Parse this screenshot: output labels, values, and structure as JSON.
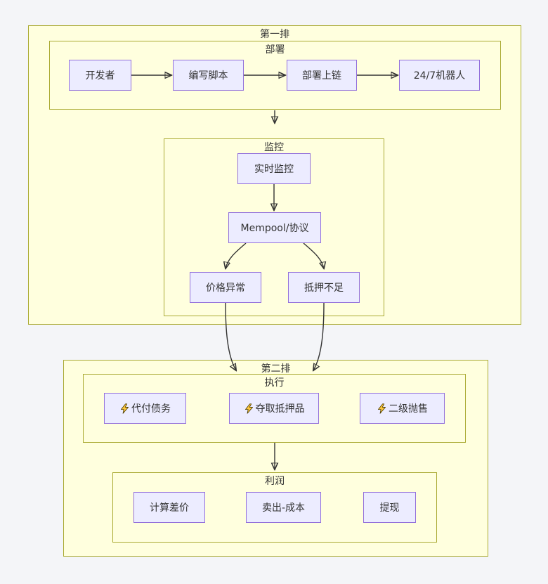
{
  "diagram": {
    "clusters": {
      "row1": {
        "label": "第一排"
      },
      "deploy": {
        "label": "部署"
      },
      "monitor": {
        "label": "监控"
      },
      "row2": {
        "label": "第二排"
      },
      "exec": {
        "label": "执行"
      },
      "profit": {
        "label": "利润"
      }
    },
    "nodes": {
      "developer": {
        "label": "开发者"
      },
      "write_script": {
        "label": "编写脚本"
      },
      "deploy_onchain": {
        "label": "部署上链"
      },
      "bot_247": {
        "label": "24/7机器人"
      },
      "realtime_monitor": {
        "label": "实时监控"
      },
      "mempool": {
        "label": "Mempool/协议"
      },
      "price_anomaly": {
        "label": "价格异常"
      },
      "undercollateral": {
        "label": "抵押不足"
      },
      "pay_debt": {
        "label": "代付债务",
        "icon": "lightning-icon"
      },
      "seize_collateral": {
        "label": "夺取抵押品",
        "icon": "lightning-icon"
      },
      "secondary_sell": {
        "label": "二级抛售",
        "icon": "lightning-icon"
      },
      "calc_spread": {
        "label": "计算差价"
      },
      "sell_minus_cost": {
        "label": "卖出-成本"
      },
      "withdraw": {
        "label": "提现"
      }
    },
    "edges": [
      {
        "from": "developer",
        "to": "write_script"
      },
      {
        "from": "write_script",
        "to": "deploy_onchain"
      },
      {
        "from": "deploy_onchain",
        "to": "bot_247"
      },
      {
        "from": "deploy",
        "to": "monitor"
      },
      {
        "from": "realtime_monitor",
        "to": "mempool"
      },
      {
        "from": "mempool",
        "to": "price_anomaly"
      },
      {
        "from": "mempool",
        "to": "undercollateral"
      },
      {
        "from": "price_anomaly",
        "to": "exec"
      },
      {
        "from": "undercollateral",
        "to": "exec"
      },
      {
        "from": "exec",
        "to": "profit"
      }
    ],
    "colors": {
      "page_bg": "#f4f5f8",
      "cluster_fill": "#ffffde",
      "cluster_border": "#aaaa33",
      "node_fill": "#ececff",
      "node_border": "#9370db",
      "edge": "#333333",
      "text": "#333333",
      "bolt_fill": "#ffc83d"
    }
  }
}
